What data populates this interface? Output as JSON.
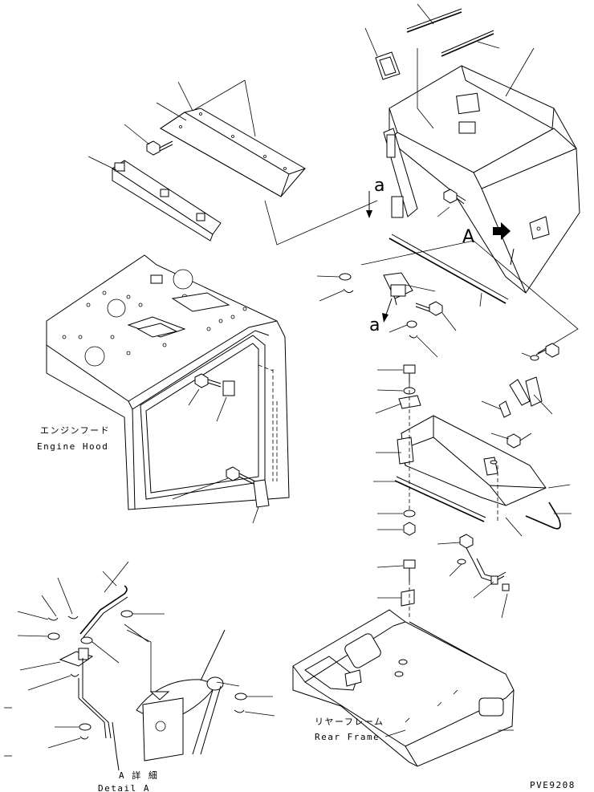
{
  "labels": {
    "engine_hood_jp": "エンジンフード",
    "engine_hood_en": "Engine Hood",
    "rear_frame_jp": "リヤーフレーム",
    "rear_frame_en": "Rear Frame",
    "detail_jp": "A 詳 細",
    "detail_en": "Detail A",
    "view_a": "A",
    "arrow_a_upper": "a",
    "arrow_a_lower": "a",
    "drawing_no": "PVE9208"
  },
  "icons": {
    "view_arrow": "solid-right-arrow-icon",
    "direction_arrow": "down-arrow-icon"
  },
  "colors": {
    "ink": "#000000",
    "paper": "#ffffff"
  }
}
